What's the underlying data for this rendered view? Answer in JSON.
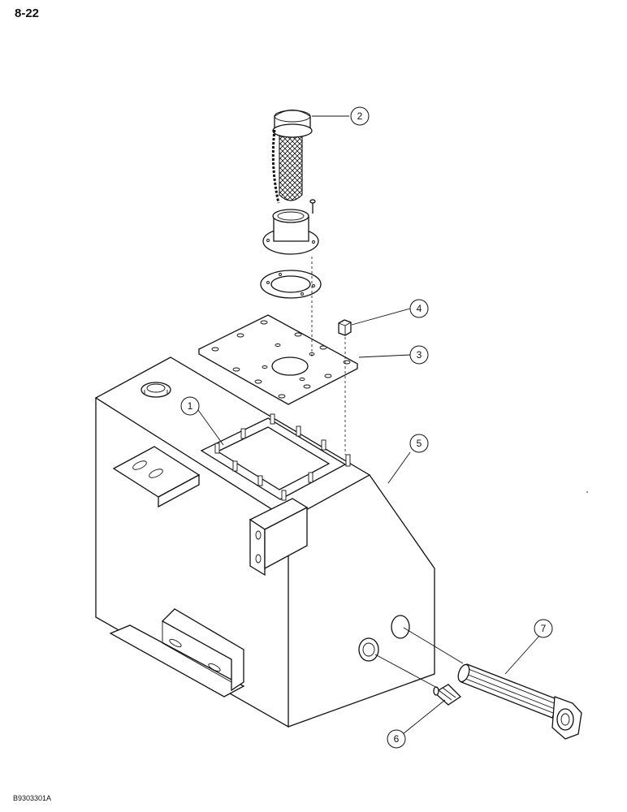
{
  "page_number": "8-22",
  "figure_code": "B9303301A",
  "callouts": [
    {
      "id": "callout-1",
      "label": "1"
    },
    {
      "id": "callout-2",
      "label": "2"
    },
    {
      "id": "callout-3",
      "label": "3"
    },
    {
      "id": "callout-4",
      "label": "4"
    },
    {
      "id": "callout-5",
      "label": "5"
    },
    {
      "id": "callout-6",
      "label": "6"
    },
    {
      "id": "callout-7",
      "label": "7"
    }
  ]
}
